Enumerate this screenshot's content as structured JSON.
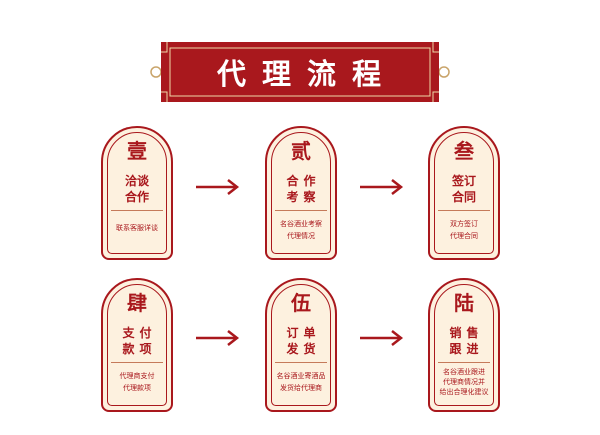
{
  "banner": {
    "title": "代理流程"
  },
  "steps": [
    {
      "num": "壹",
      "title": [
        "洽谈",
        "合作"
      ],
      "desc": [
        "联系客服详谈"
      ]
    },
    {
      "num": "贰",
      "title": [
        "合作",
        "考察"
      ],
      "desc": [
        "名谷酒业考察",
        "代理情况"
      ]
    },
    {
      "num": "叁",
      "title": [
        "签订",
        "合同"
      ],
      "desc": [
        "双方签订",
        "代理合同"
      ]
    },
    {
      "num": "肆",
      "title": [
        "支付",
        "款项"
      ],
      "desc": [
        "代理商支付",
        "代理款项"
      ]
    },
    {
      "num": "伍",
      "title": [
        "订单",
        "发货"
      ],
      "desc": [
        "名谷酒业寄酒品",
        "发货给代理商"
      ]
    },
    {
      "num": "陆",
      "title": [
        "销售",
        "跟进"
      ],
      "desc": [
        "名谷酒业跟进",
        "代理商情况并",
        "给出合理化建议"
      ]
    }
  ],
  "colors": {
    "primary": "#a9181d",
    "card_bg": "#fdf1df",
    "accent": "#c9a46a"
  }
}
